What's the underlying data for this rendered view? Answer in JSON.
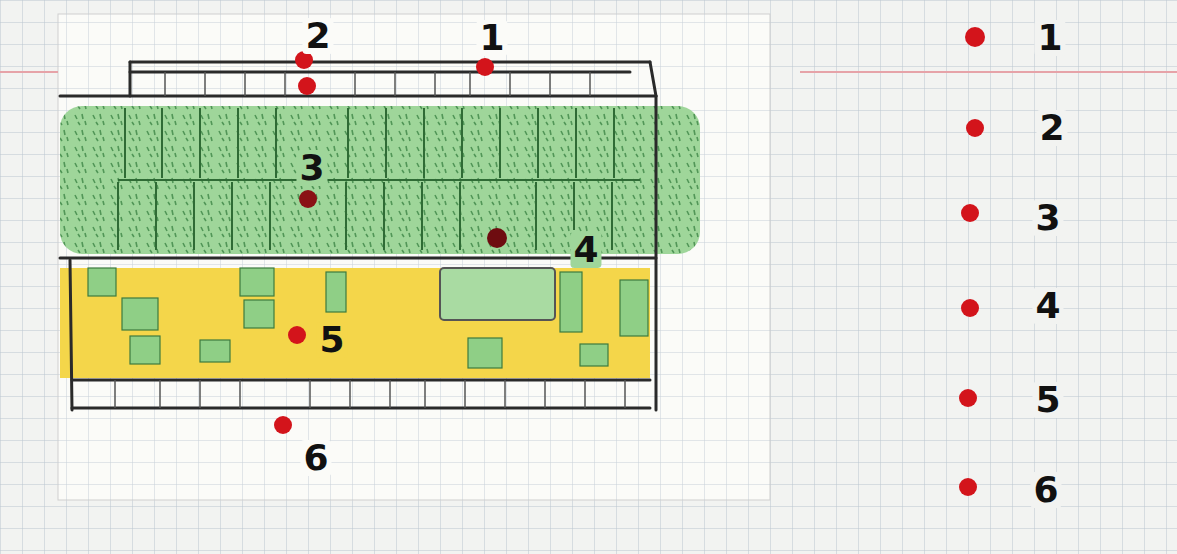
{
  "diagram": {
    "labels": [
      "2",
      "1",
      "3",
      "4",
      "5",
      "6",
      "1",
      "2",
      "3",
      "4",
      "5",
      "6"
    ]
  }
}
